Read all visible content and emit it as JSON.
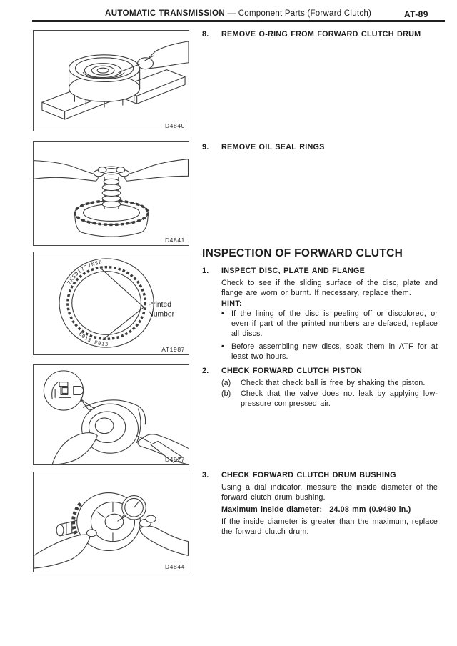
{
  "header": {
    "title_bold": "AUTOMATIC TRANSMISSION",
    "title_rest": "— Component Parts (Forward Clutch)",
    "page_number": "AT-89"
  },
  "figures": [
    {
      "label": "D4840"
    },
    {
      "label": "D4841"
    },
    {
      "label": "AT1987"
    },
    {
      "label": "D4827"
    },
    {
      "label": "D4844"
    }
  ],
  "figure3": {
    "printed_top": "7KSD1777KSD",
    "printed_bottom": "E013  E013",
    "callout_line1": "Printed",
    "callout_line2": "Number"
  },
  "steps": {
    "step8": {
      "num": "8.",
      "title": "REMOVE O-RING FROM FORWARD CLUTCH DRUM"
    },
    "step9": {
      "num": "9.",
      "title": "REMOVE OIL SEAL RINGS"
    }
  },
  "section": {
    "heading": "INSPECTION OF FORWARD CLUTCH",
    "item1": {
      "num": "1.",
      "title": "INSPECT DISC, PLATE AND FLANGE",
      "body": "Check to see if the sliding surface of the disc, plate and flange are worn or burnt. If necessary, replace them.",
      "hint_label": "HINT:",
      "bullet_marker": "•",
      "bullets": [
        "If the lining of the disc is peeling off or discolored, or even if part of the printed numbers are defaced, replace all discs.",
        "Before assembling new discs, soak them in ATF for at least two hours."
      ]
    },
    "item2": {
      "num": "2.",
      "title": "CHECK FORWARD CLUTCH PISTON",
      "sub_a_label": "(a)",
      "sub_a": "Check that check ball is free by shaking the piston.",
      "sub_b_label": "(b)",
      "sub_b": "Check that the valve does not leak by applying low-pressure compressed air."
    },
    "item3": {
      "num": "3.",
      "title": "CHECK FORWARD CLUTCH DRUM BUSHING",
      "body": "Using a dial indicator, measure the inside diameter of the forward clutch drum bushing.",
      "spec_label": "Maximum inside diameter:",
      "spec_value": "24.08 mm (0.9480 in.)",
      "body2": "If the inside diameter is greater than the maximum, replace the forward clutch drum."
    }
  }
}
